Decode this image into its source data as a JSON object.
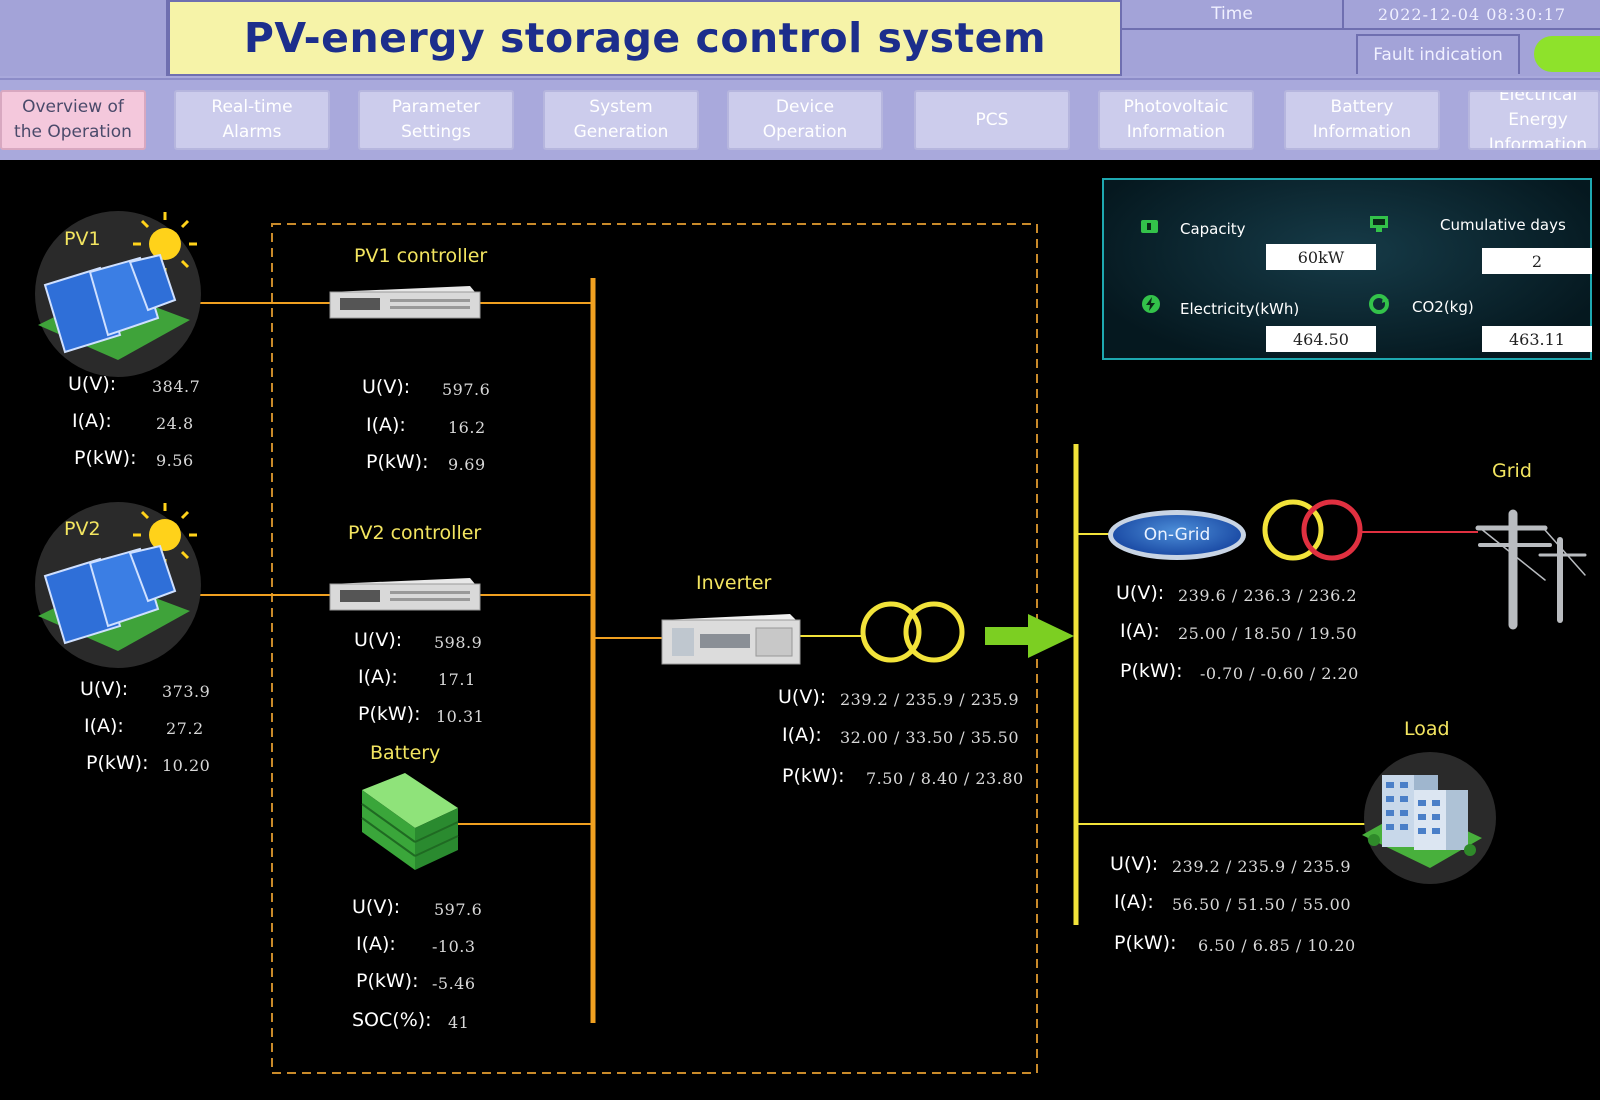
{
  "header": {
    "title": "PV-energy storage control system",
    "time_label": "Time",
    "time_value": "2022-12-04  08:30:17",
    "fault_label": "Fault indication",
    "fault_color": "#8ee22b"
  },
  "nav": {
    "items": [
      {
        "label": "Overview of\nthe Operation",
        "active": true
      },
      {
        "label": "Real-time\nAlarms"
      },
      {
        "label": "Parameter\nSettings"
      },
      {
        "label": "System\nGeneration"
      },
      {
        "label": "Device\nOperation"
      },
      {
        "label": "PCS"
      },
      {
        "label": "Photovoltaic\nInformation"
      },
      {
        "label": "Battery\nInformation"
      },
      {
        "label": "Electrical Energy\nInformation"
      }
    ]
  },
  "summary": {
    "capacity_label": "Capacity",
    "capacity_value": "60kW",
    "days_label": "Cumulative days",
    "days_value": "2",
    "electricity_label": "Electricity(kWh)",
    "electricity_value": "464.50",
    "co2_label": "CO2(kg)",
    "co2_value": "463.11"
  },
  "labels": {
    "u": "U(V):",
    "i": "I(A):",
    "p": "P(kW):",
    "soc": "SOC(%):"
  },
  "pv1": {
    "name": "PV1",
    "u": "384.7",
    "i": "24.8",
    "p": "9.56"
  },
  "pv2": {
    "name": "PV2",
    "u": "373.9",
    "i": "27.2",
    "p": "10.20"
  },
  "pv1_controller": {
    "name": "PV1 controller",
    "u": "597.6",
    "i": "16.2",
    "p": "9.69"
  },
  "pv2_controller": {
    "name": "PV2 controller",
    "u": "598.9",
    "i": "17.1",
    "p": "10.31"
  },
  "battery": {
    "name": "Battery",
    "u": "597.6",
    "i": "-10.3",
    "p": "-5.46",
    "soc": "41"
  },
  "inverter": {
    "name": "Inverter",
    "u": "239.2 / 235.9 / 235.9",
    "i": "32.00 / 33.50 / 35.50",
    "p": "7.50  /  8.40  / 23.80"
  },
  "grid": {
    "name": "Grid",
    "mode": "On-Grid",
    "u": "239.6 / 236.3 / 236.2",
    "i": "25.00 / 18.50 / 19.50",
    "p": "-0.70  /  -0.60 /  2.20"
  },
  "load": {
    "name": "Load",
    "u": "239.2 / 235.9 / 235.9",
    "i": "56.50 / 51.50 / 55.00",
    "p": "6.50  /  6.85  / 10.20"
  },
  "colors": {
    "bus": "#f0a020",
    "busbar": "#f2e33a",
    "transformer_yellow": "#f2e33a",
    "transformer_red": "#e03040",
    "arrow": "#7ccf22",
    "panel_border": "#1ea8b0"
  }
}
